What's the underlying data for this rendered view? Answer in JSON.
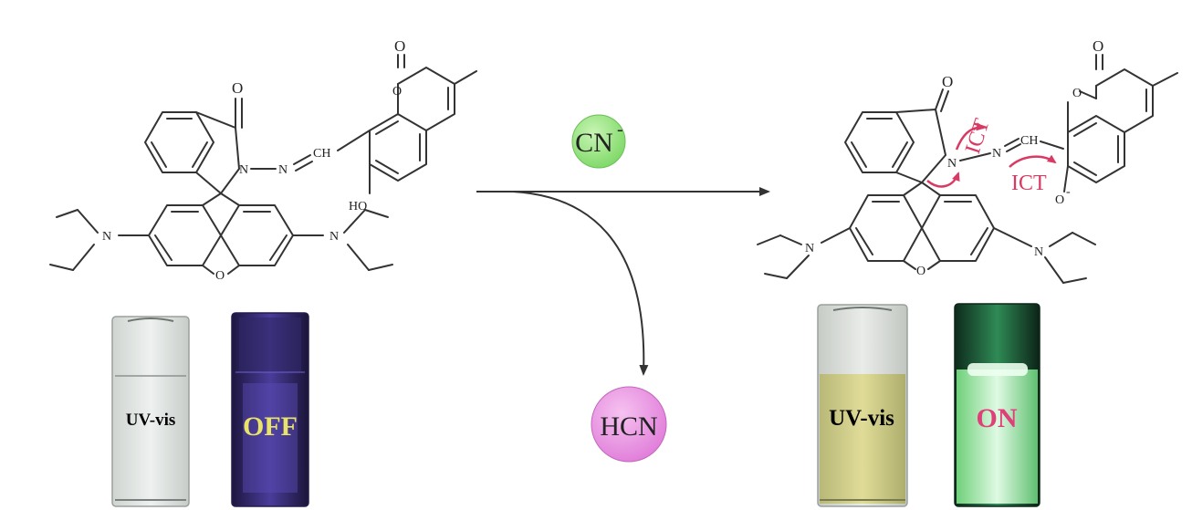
{
  "left_molecule": {
    "atoms": {
      "carbonyl_o": "O",
      "amide_o": "O",
      "ring_o": "O",
      "n1": "N",
      "n2": "N",
      "ch": "CH",
      "oh": "HO",
      "lactone_ring_o": "O",
      "lactone_carbonyl_o": "O",
      "n_left": "N",
      "n_right": "N"
    }
  },
  "right_molecule": {
    "atoms": {
      "carbonyl_o": "O",
      "lactone_carbonyl_o": "O",
      "lactone_ring_o": "O",
      "ring_o": "O",
      "n1": "N",
      "n2": "N",
      "ch": "CH",
      "o_minus": "O",
      "minus": "-",
      "n_left": "N",
      "n_right": "N"
    },
    "ict_labels": [
      "ICT",
      "ICT"
    ]
  },
  "reagent": {
    "label": "CN",
    "charge": "-",
    "color": "#8fe07a"
  },
  "product": {
    "label": "HCN",
    "color": "#e78fe0"
  },
  "vials": [
    {
      "caption": "UV-vis",
      "state": "colorless",
      "caption_color": "#222222"
    },
    {
      "caption": "OFF",
      "state": "dark-violet",
      "caption_color": "#e9e36a"
    },
    {
      "caption": "UV-vis",
      "state": "yellow",
      "caption_color": "#222222"
    },
    {
      "caption": "ON",
      "state": "green-fluorescent",
      "caption_color": "#e0407a"
    }
  ],
  "colors": {
    "ict_arrow": "#d93a63",
    "bond": "#333333"
  }
}
